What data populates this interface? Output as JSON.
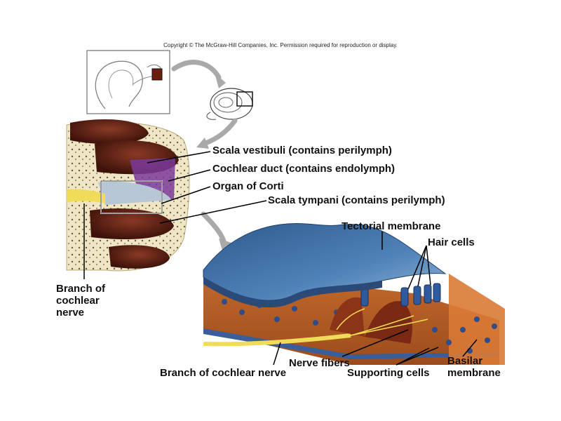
{
  "copyright": "Copyright © The McGraw-Hill Companies, Inc. Permission required for reproduction or display.",
  "labels": {
    "scala_vestibuli": "Scala vestibuli (contains perilymph)",
    "cochlear_duct": "Cochlear duct (contains endolymph)",
    "organ_of_corti": "Organ of Corti",
    "scala_tympani": "Scala tympani (contains perilymph)",
    "branch_cochlear_nerve_left": [
      "Branch of",
      "cochlear",
      "nerve"
    ],
    "tectorial_membrane": "Tectorial membrane",
    "hair_cells": "Hair cells",
    "nerve_fibers": "Nerve fibers",
    "branch_cochlear_nerve_bottom": "Branch of cochlear nerve",
    "supporting_cells": "Supporting cells",
    "basilar_membrane": [
      "Basilar",
      "membrane"
    ]
  },
  "colors": {
    "bone": "#efe6c6",
    "scala": "#5a1e14",
    "duct": "#7b3a9a",
    "nerve": "#f1dc5a",
    "tectorial": "#3f6fa6",
    "tissue": "#c9692a",
    "leader": "#000000",
    "arrow": "#a9a9a9"
  }
}
